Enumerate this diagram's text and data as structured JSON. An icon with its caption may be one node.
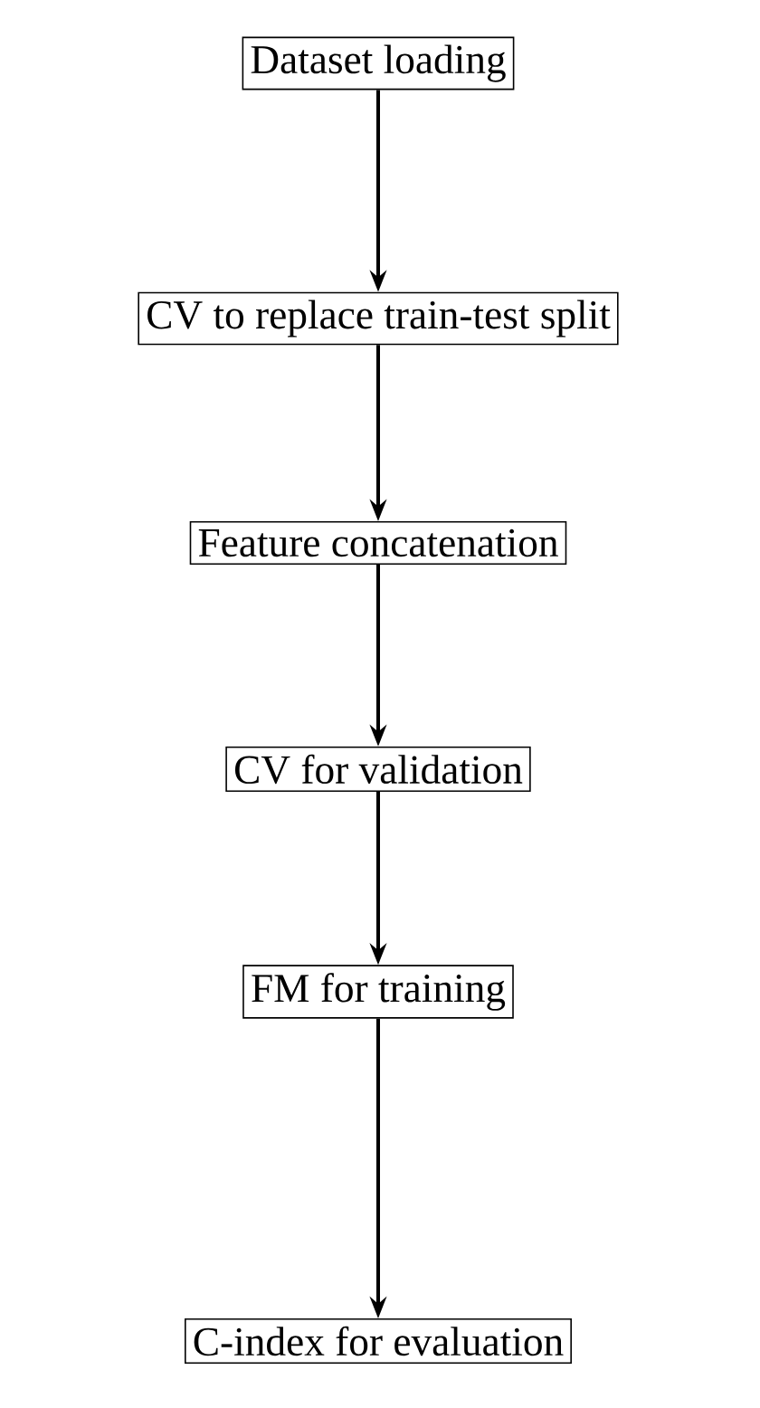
{
  "diagram": {
    "nodes": [
      {
        "text": [
          "Dataset loading"
        ]
      },
      {
        "text": [
          "CV to replace train-test split"
        ]
      },
      {
        "text": [
          "Feature concatenation"
        ]
      },
      {
        "text": [
          "CV for validation"
        ]
      },
      {
        "text": [
          "FM for training"
        ]
      },
      {
        "text": [
          "C-index for evaluation"
        ]
      }
    ],
    "edges": [
      {
        "from": 0,
        "to": 1,
        "arrow": "to"
      },
      {
        "from": 1,
        "to": 2,
        "arrow": "to"
      },
      {
        "from": 2,
        "to": 3,
        "arrow": "to"
      },
      {
        "from": 3,
        "to": 4,
        "arrow": "to"
      },
      {
        "from": 4,
        "to": 5,
        "arrow": "to"
      }
    ]
  }
}
